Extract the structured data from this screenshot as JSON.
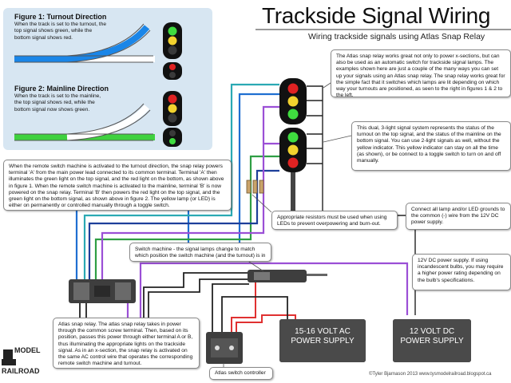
{
  "header": {
    "title": "Trackside Signal Wiring",
    "subtitle": "Wiring trackside signals using Atlas Snap Relay"
  },
  "figure1": {
    "heading": "Figure 1: Turnout Direction",
    "text": "When the track is set to the turnout, the top signal shows green, while the bottom signal shows red."
  },
  "figure2": {
    "heading": "Figure 2: Mainline Direction",
    "text": "When the track is set to the mainline, the top signal shows red, while the bottom signal now shows green."
  },
  "notes": {
    "snap_relay_intro": "The Atlas snap relay works great not only to power x-sections, but can also be used as an automatic switch for trackside signal lamps. The examples shown here are just a couple of the many ways you can set up your signals using an Atlas snap relay. The snap relay works great for the simple fact that it switches which lamps are lit depending on which way your turnouts are positioned, as seen to the right in figures 1 & 2 to the left.",
    "dual_signal": "This dual, 3-light signal system represents the status of the turnout on the top signal, and the status of the mainline on the bottom signal. You can use 2-light signals as well, without the yellow indicator. This yellow indicator can stay on all the time (as shown), or be connect to a toggle switch to turn on and off manually.",
    "switch_machine_activated": "When the remote switch machine is activated to the turnout direction, the snap relay powers terminal 'A' from the main power lead connected to its common terminal. Terminal 'A' then illuminates the green light on the top signal, and the red light on the bottom, as shown above in figure 1. When the remote switch machine is activated to the mainline, terminal 'B' is now powered on the snap relay. Terminal 'B' then powers the red light on the top signal, and the green light on the bottom signal, as shown above in figure 2. The yellow lamp (or LED) is either on permanently or controlled manually through a toggle switch.",
    "resistors": "Appropriate resistors must be used when using LEDs to prevent overpowering and burn-out.",
    "grounds": "Connect all lamp and/or LED grounds to the common (-) wire from the 12V DC power supply.",
    "switch_machine": "Switch machine - the signal lamps change to match which position the switch machine (and the turnout) is in",
    "dc_supply": "12V DC power supply. If using incandescent bulbs, you may require a higher power rating depending on the bulb's specifications.",
    "snap_relay": "Atlas snap relay. The atlas snap relay takes in power through the common screw terminal. Then, based on its position, passes this power through either terminal A or B, thus illuminating the appropriate lights on the trackside signal. As in an x-section, the snap relay is activated on the same AC control wire that operates the corresponding remote switch machine and turnout.",
    "switch_controller": "Atlas switch controller"
  },
  "power": {
    "ac_label": "15-16 VOLT AC\nPOWER SUPPLY",
    "dc_label": "12 VOLT DC\nPOWER SUPPLY"
  },
  "logo": {
    "line1": "MODEL",
    "line2": "RAILROAD"
  },
  "footer": {
    "credit": "©Tyler Bjarnason 2013 www.tysmodelrailroad.blogspot.ca"
  },
  "colors": {
    "wire_blue": "#1f6fd1",
    "wire_green": "#2f9e44",
    "wire_purple": "#9b4fd6",
    "wire_teal": "#2aa9b3",
    "wire_red": "#e03131",
    "wire_black": "#222222",
    "signal_green": "#3fdc3f",
    "signal_yellow": "#f2d22e",
    "signal_red": "#e02222",
    "figure_panel": "#d7e6f2"
  }
}
